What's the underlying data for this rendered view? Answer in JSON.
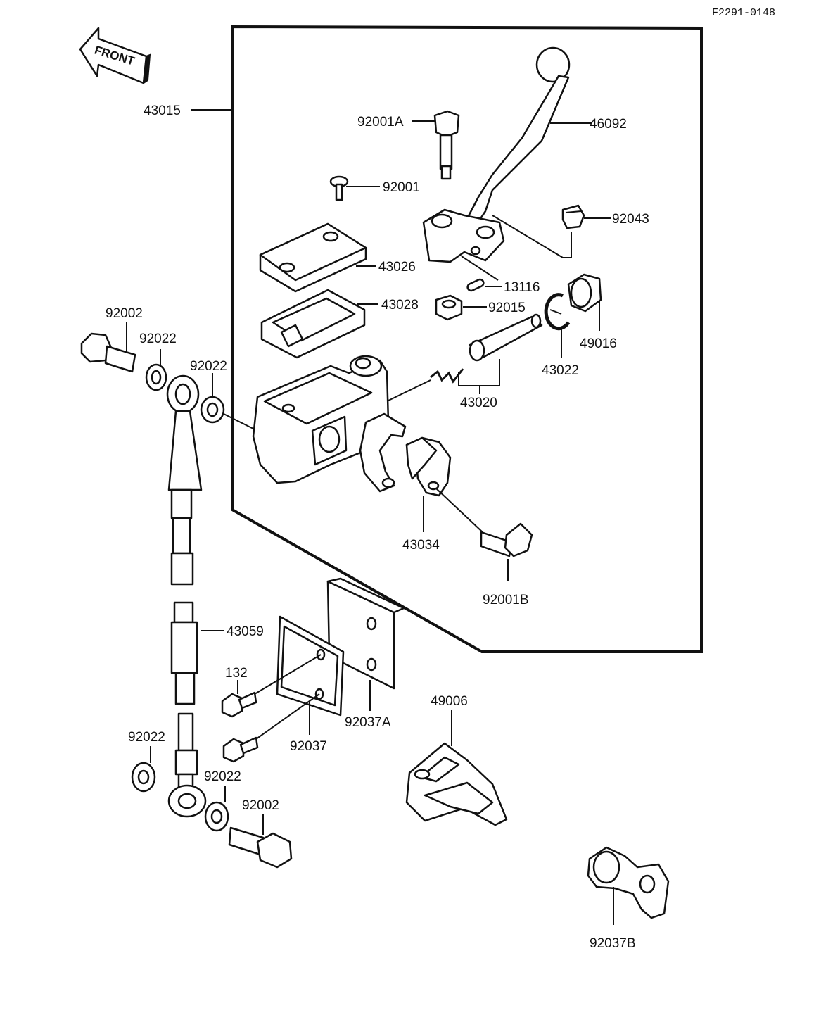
{
  "diagram_code": "F2291-0148",
  "front_arrow": {
    "label": "FRONT",
    "icon": "front-arrow-icon"
  },
  "colors": {
    "ink": "#111111",
    "paper": "#ffffff"
  },
  "parts": {
    "p43015": "43015",
    "p92001A": "92001A",
    "p46092": "46092",
    "p92001": "92001",
    "p92043": "92043",
    "p43026": "43026",
    "p13116": "13116",
    "p43028": "43028",
    "p92015": "92015",
    "p49016": "49016",
    "p43022": "43022",
    "p92002_top": "92002",
    "p92022_a": "92022",
    "p92022_b": "92022",
    "p43020": "43020",
    "p43034": "43034",
    "p92001B": "92001B",
    "p43059": "43059",
    "p132": "132",
    "p49006": "49006",
    "p92037A": "92037A",
    "p92037": "92037",
    "p92022_c": "92022",
    "p92022_d": "92022",
    "p92002_bottom": "92002",
    "p92037B": "92037B"
  }
}
